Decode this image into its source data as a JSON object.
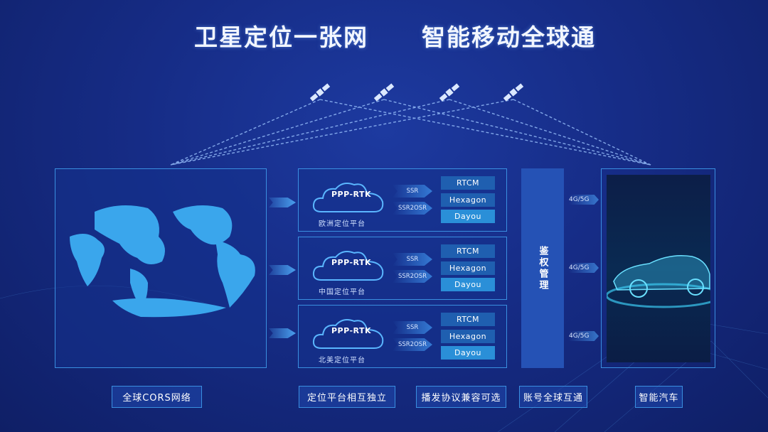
{
  "title": {
    "left": "卫星定位一张网",
    "right": "智能移动全球通"
  },
  "platforms": [
    {
      "cloud": "PPP-RTK",
      "region": "欧洲定位平台",
      "arrows": [
        "SSR",
        "SSR2OSR"
      ],
      "protocols": [
        "RTCM",
        "Hexagon",
        "Dayou"
      ]
    },
    {
      "cloud": "PPP-RTK",
      "region": "中国定位平台",
      "arrows": [
        "SSR",
        "SSR2OSR"
      ],
      "protocols": [
        "RTCM",
        "Hexagon",
        "Dayou"
      ]
    },
    {
      "cloud": "PPP-RTK",
      "region": "北美定位平台",
      "arrows": [
        "SSR",
        "SSR2OSR"
      ],
      "protocols": [
        "RTCM",
        "Hexagon",
        "Dayou"
      ]
    }
  ],
  "auth": "鉴权管理",
  "network": [
    "4G/5G",
    "4G/5G",
    "4G/5G"
  ],
  "labels": {
    "cors": "全球CORS网络",
    "independent": "定位平台相互独立",
    "protocol": "播发协议兼容可选",
    "account": "账号全球互通",
    "car": "智能汽车"
  },
  "colors": {
    "accent": "#3a8fe0",
    "protocol_box": "#1f5fb0",
    "dayou_box": "#2a8fd8"
  }
}
